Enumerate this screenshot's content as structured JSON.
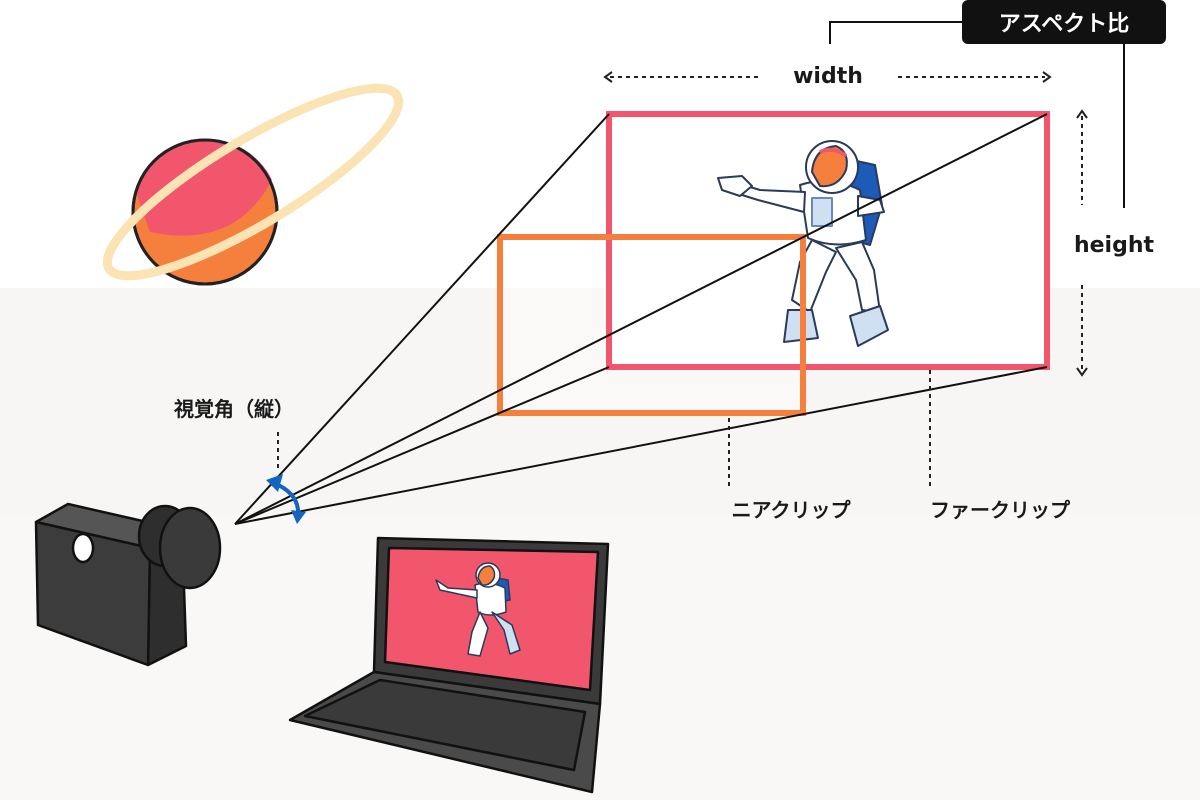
{
  "labels": {
    "aspect_ratio": "アスペクト比",
    "width": "width",
    "height": "height",
    "fov_vertical": "視覚角（縦）",
    "near_clip": "ニアクリップ",
    "far_clip": "ファークリップ"
  },
  "colors": {
    "far_plane": "#f2566d",
    "near_plane": "#f5803e",
    "fov_arrow": "#1565c0",
    "laptop_screen": "#f2566d",
    "planet": "#f2566d",
    "planet_shade": "#f5803e",
    "ring": "#fbe3b4",
    "suit_accent": "#1e5bb8"
  },
  "icons": {
    "camera": "camera-icon",
    "planet": "planet-icon",
    "astronaut": "astronaut-icon",
    "laptop": "laptop-icon"
  }
}
